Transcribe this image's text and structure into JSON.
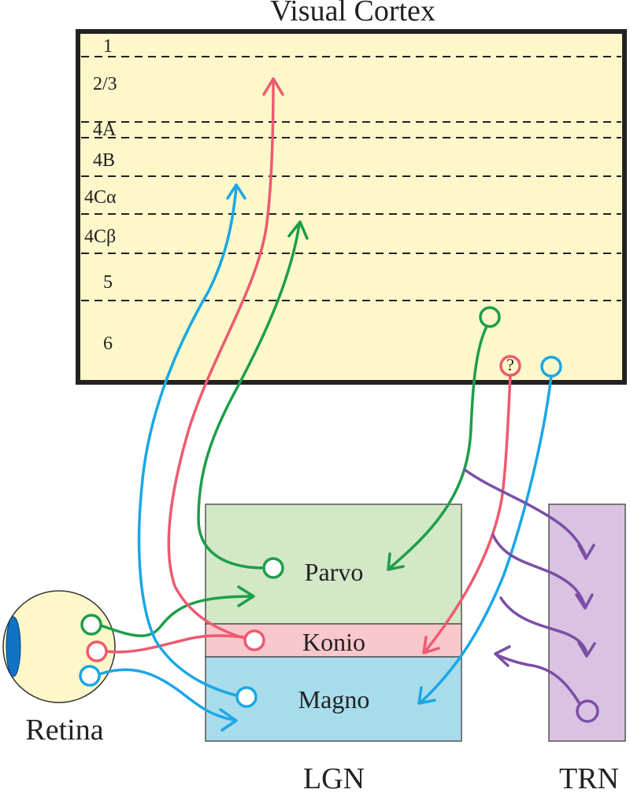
{
  "cortex": {
    "title": "Visual Cortex",
    "layers": [
      "1",
      "2/3",
      "4A",
      "4B",
      "4Cα",
      "4Cβ",
      "5",
      "6"
    ]
  },
  "lgn": {
    "title": "LGN",
    "parvo": "Parvo",
    "konio": "Konio",
    "magno": "Magno"
  },
  "trn": {
    "title": "TRN"
  },
  "retina": {
    "title": "Retina"
  },
  "unknown_marker": "?",
  "colors": {
    "cortex_fill": "#fdf7c9",
    "parvo_fill": "#d2e8c6",
    "konio_fill": "#f9c8cc",
    "magno_fill": "#a8dceb",
    "trn_fill": "#d9c2e2",
    "green": "#1e9e4a",
    "red": "#ee5a70",
    "blue": "#1aa7e6",
    "purple": "#7b4ea5",
    "eye_fill": "#fdf7c9",
    "pupil": "#1273c4"
  }
}
